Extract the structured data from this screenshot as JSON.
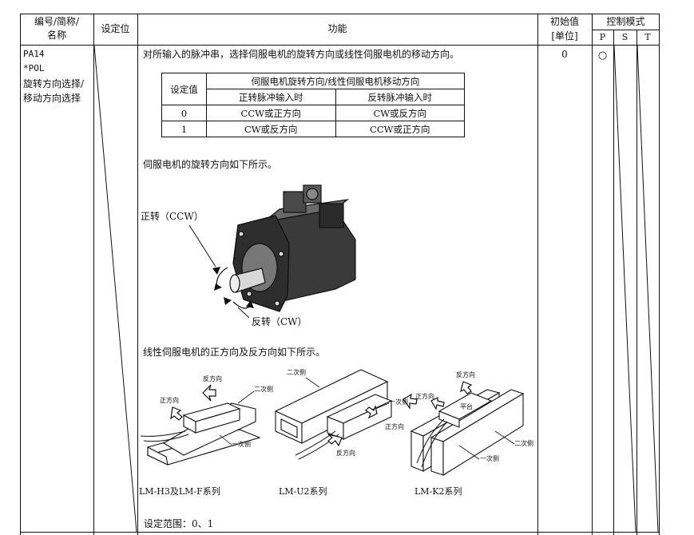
{
  "header": {
    "col_name": [
      "编号/简称/",
      "名称"
    ],
    "col_setting": "设定位",
    "col_function": "功能",
    "col_initial": [
      "初始值",
      "[单位]"
    ],
    "col_mode": "控制模式",
    "modes": [
      "P",
      "S",
      "T"
    ]
  },
  "row": {
    "param_no": "PA14",
    "abbr": "*POL",
    "name": [
      "旋转方向选择/",
      "移动方向选择"
    ],
    "description": "对所输入的脉冲串，选择伺服电机的旋转方向或线性伺服电机的移动方向。",
    "initial_value": "0",
    "mode_p": "○"
  },
  "direction_table": {
    "col1_header": "设定值",
    "col2_header": "伺服电机旋转方向/线性伺服电机移动方向",
    "sub_headers": [
      "正转脉冲输入时",
      "反转脉冲输入时"
    ],
    "rows": [
      {
        "value": "0",
        "forward": "CCW或正方向",
        "reverse": "CW或反方向"
      },
      {
        "value": "1",
        "forward": "CW或反方向",
        "reverse": "CCW或正方向"
      }
    ]
  },
  "rotary": {
    "caption": "伺服电机的旋转方向如下所示。",
    "ccw_label": "正转（CCW）",
    "cw_label": "反转（CW）"
  },
  "linear": {
    "caption": "线性伺服电机的正方向及反方向如下所示。",
    "labels": {
      "reverse": "反方向",
      "forward": "正方向",
      "secondary": "二次侧",
      "primary": "一次侧",
      "table": "平台"
    },
    "series": [
      "LM-H3及LM-F系列",
      "LM-U2系列",
      "LM-K2系列"
    ]
  },
  "setting_range": "设定范围：0、1"
}
